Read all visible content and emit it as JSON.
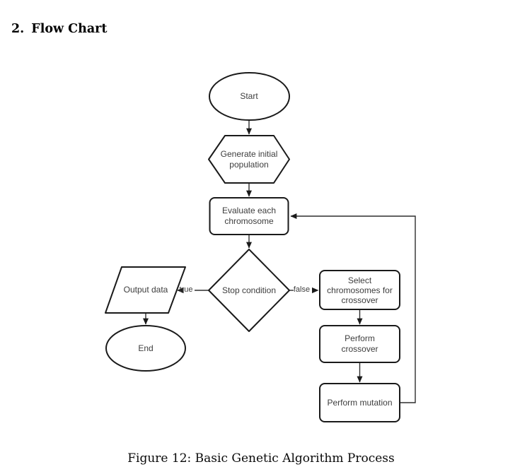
{
  "document": {
    "heading_number": "2.",
    "heading_title": "Flow Chart",
    "caption": "Figure 12: Basic Genetic Algorithm Process"
  },
  "flowchart": {
    "title": "Basic Genetic Algorithm Process",
    "colors": {
      "shape_stroke": "#1a1a1a",
      "edge_stroke": "#2e2e2e",
      "label_text": "#3d3d3d",
      "background": "#ffffff"
    },
    "nodes": {
      "start": {
        "shape": "ellipse",
        "label": "Start"
      },
      "generate_initial_population": {
        "shape": "hexagon",
        "lines": [
          "Generate initial",
          "population"
        ]
      },
      "evaluate_each_chromosome": {
        "shape": "rounded-rectangle",
        "lines": [
          "Evaluate each",
          "chromosome"
        ]
      },
      "stop_condition": {
        "shape": "diamond",
        "label": "Stop condition"
      },
      "output_data": {
        "shape": "parallelogram",
        "label": "Output data"
      },
      "end": {
        "shape": "ellipse",
        "label": "End"
      },
      "select_chromosomes_for_crossover": {
        "shape": "rounded-rectangle",
        "lines": [
          "Select",
          "chromosomes for",
          "crossover"
        ]
      },
      "perform_crossover": {
        "shape": "rounded-rectangle",
        "lines": [
          "Perform",
          "crossover"
        ]
      },
      "perform_mutation": {
        "shape": "rounded-rectangle",
        "label": "Perform mutation"
      }
    },
    "edges": [
      {
        "from": "start",
        "to": "generate_initial_population",
        "label": ""
      },
      {
        "from": "generate_initial_population",
        "to": "evaluate_each_chromosome",
        "label": ""
      },
      {
        "from": "evaluate_each_chromosome",
        "to": "stop_condition",
        "label": ""
      },
      {
        "from": "stop_condition",
        "to": "output_data",
        "label": "true"
      },
      {
        "from": "stop_condition",
        "to": "select_chromosomes_for_crossover",
        "label": "false"
      },
      {
        "from": "output_data",
        "to": "end",
        "label": ""
      },
      {
        "from": "select_chromosomes_for_crossover",
        "to": "perform_crossover",
        "label": ""
      },
      {
        "from": "perform_crossover",
        "to": "perform_mutation",
        "label": ""
      },
      {
        "from": "perform_mutation",
        "to": "evaluate_each_chromosome",
        "label": ""
      }
    ]
  }
}
